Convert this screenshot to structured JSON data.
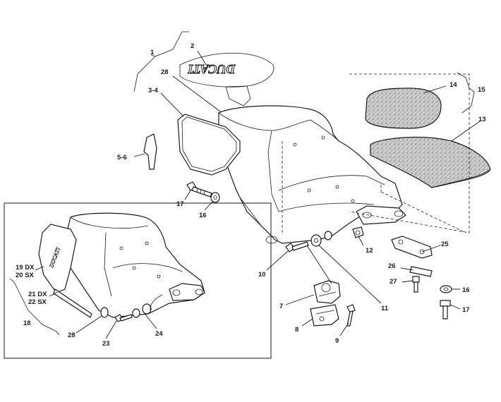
{
  "logo_text": "DUCATI",
  "labels": {
    "l1": "1",
    "l2": "2",
    "l28a": "28",
    "l34": "3-4",
    "l56": "5-6",
    "l17a": "17",
    "l16a": "16",
    "l14": "14",
    "l15": "15",
    "l13": "13",
    "l12": "12",
    "l25": "25",
    "l26": "26",
    "l27": "27",
    "l16b": "16",
    "l17b": "17",
    "l10": "10",
    "l11": "11",
    "l7": "7",
    "l8": "8",
    "l9": "9",
    "l19": "19 DX",
    "l20": "20 SX",
    "l21": "21 DX",
    "l22": "22 SX",
    "l18": "18",
    "l28b": "28",
    "l23": "23",
    "l24": "24"
  }
}
